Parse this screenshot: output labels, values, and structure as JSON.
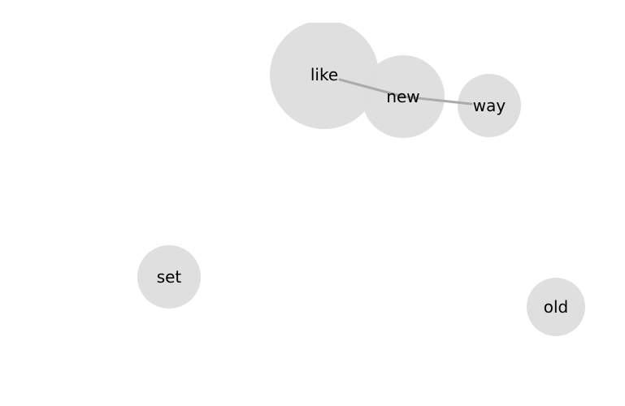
{
  "graph": {
    "node_color": "#dddddd",
    "edge_color": "#aaaaaa",
    "nodes": [
      {
        "id": "like",
        "label": "like"
      },
      {
        "id": "new",
        "label": "new"
      },
      {
        "id": "way",
        "label": "way"
      },
      {
        "id": "set",
        "label": "set"
      },
      {
        "id": "old",
        "label": "old"
      }
    ],
    "edges": [
      {
        "source": "like",
        "target": "new"
      },
      {
        "source": "new",
        "target": "way"
      }
    ]
  }
}
